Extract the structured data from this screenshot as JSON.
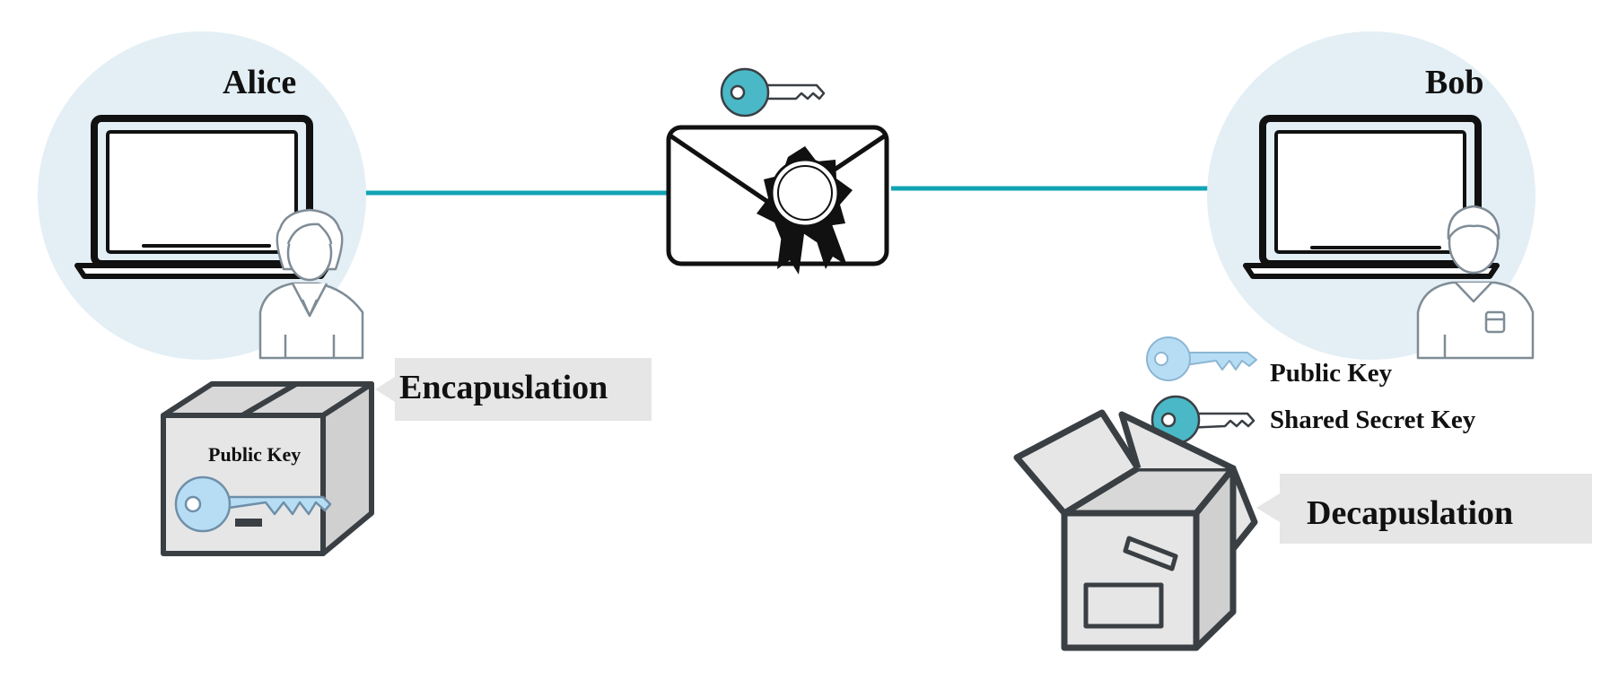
{
  "alice": {
    "name": "Alice"
  },
  "bob": {
    "name": "Bob"
  },
  "encapsulation": {
    "label": "Encapuslation",
    "box_key_label": "Public Key"
  },
  "decapsulation": {
    "label": "Decapuslation"
  },
  "legend": {
    "public_key": "Public Key",
    "shared_secret_key": "Shared Secret Key"
  },
  "colors": {
    "circle_bg": "#e3eff5",
    "link_line": "#12a3b3",
    "shared_key": "#4ab8c6",
    "public_key": "#b7ddf5",
    "box_fill": "#e6e6e6",
    "box_stroke": "#3a3f44"
  },
  "icons": [
    "laptop-icon",
    "woman-avatar-icon",
    "man-avatar-icon",
    "envelope-icon",
    "seal-ribbon-icon",
    "public-key-icon",
    "shared-secret-key-icon",
    "closed-box-icon",
    "open-box-icon"
  ]
}
